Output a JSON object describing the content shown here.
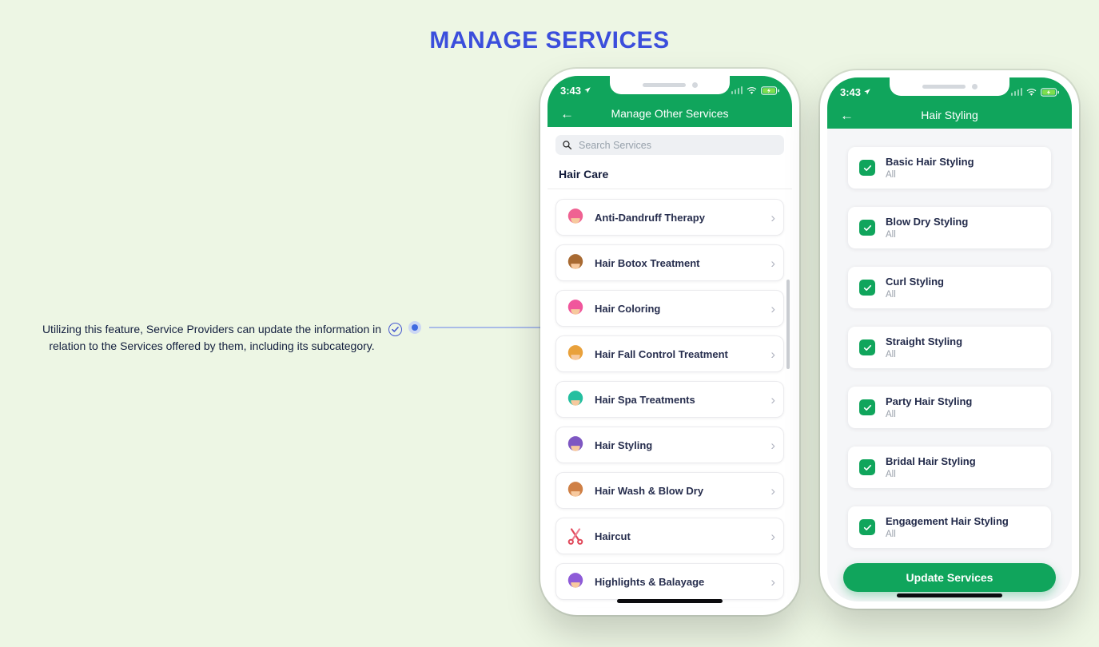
{
  "page": {
    "title": "MANAGE SERVICES"
  },
  "colors": {
    "green": "#10a55c",
    "title_blue": "#3b4edc",
    "connector_blue": "#a9bbe7"
  },
  "annotation": {
    "line1": "Utilizing this feature, Service Providers can update the information in",
    "line2": "relation to the Services offered by them, including its subcategory.",
    "icons": [
      "check-circle-icon",
      "blue-dot-marker"
    ]
  },
  "phone1": {
    "time": "3:43",
    "status_icons": [
      "navigation-arrow-icon",
      "cellular-signal-icon",
      "wifi-icon",
      "battery-charging-icon"
    ],
    "back": "←",
    "header": "Manage Other Services",
    "search_placeholder": "Search Services",
    "section": "Hair Care",
    "chevron": "›",
    "items": [
      {
        "label": "Anti-Dandruff Therapy",
        "icon": "anti-dandruff-therapy-icon"
      },
      {
        "label": "Hair Botox Treatment",
        "icon": "hair-botox-treatment-icon"
      },
      {
        "label": "Hair Coloring",
        "icon": "hair-coloring-icon"
      },
      {
        "label": "Hair Fall Control Treatment",
        "icon": "hair-fall-control-icon"
      },
      {
        "label": "Hair Spa Treatments",
        "icon": "hair-spa-treatments-icon"
      },
      {
        "label": "Hair Styling",
        "icon": "hair-styling-icon"
      },
      {
        "label": "Hair Wash & Blow Dry",
        "icon": "hair-wash-blow-dry-icon"
      },
      {
        "label": "Haircut",
        "icon": "haircut-icon"
      },
      {
        "label": "Highlights & Balayage",
        "icon": "highlights-balayage-icon"
      }
    ]
  },
  "phone2": {
    "time": "3:43",
    "status_icons": [
      "navigation-arrow-icon",
      "cellular-signal-icon",
      "wifi-icon",
      "battery-charging-icon"
    ],
    "back": "←",
    "header": "Hair Styling",
    "items": [
      {
        "label": "Basic Hair Styling",
        "sub": "All"
      },
      {
        "label": "Blow Dry Styling",
        "sub": "All"
      },
      {
        "label": "Curl Styling",
        "sub": "All"
      },
      {
        "label": "Straight Styling",
        "sub": "All"
      },
      {
        "label": "Party Hair Styling",
        "sub": "All"
      },
      {
        "label": "Bridal Hair Styling",
        "sub": "All"
      },
      {
        "label": "Engagement Hair Styling",
        "sub": "All"
      }
    ],
    "button": "Update Services"
  }
}
